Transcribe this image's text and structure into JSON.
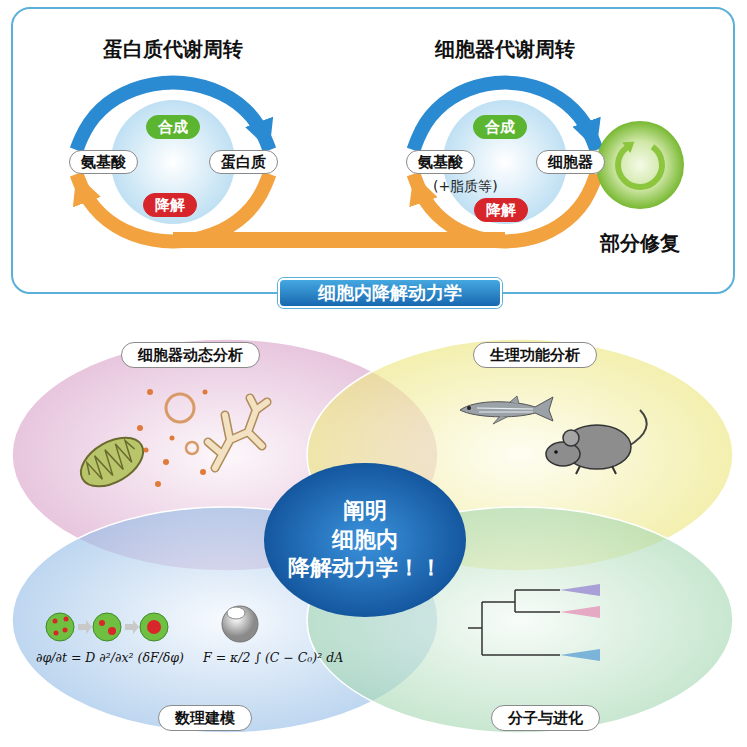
{
  "diagram": {
    "nodes": [
      {
        "text": [
          "蛋白质代谢周转"
        ]
      },
      {
        "text": [
          "合成"
        ],
        "in": 0
      },
      {
        "text": [
          "降解"
        ],
        "in": 0
      },
      {
        "text": [
          "氨基酸"
        ]
      },
      {
        "text": [
          "蛋白质"
        ]
      },
      {
        "text": [
          "细胞器代谢周转"
        ]
      },
      {
        "text": [
          "合成"
        ],
        "in": 5
      },
      {
        "text": [
          "降解"
        ],
        "in": 5
      },
      {
        "text": [
          "氨基酸",
          "(+脂质等)"
        ]
      },
      {
        "text": [
          "细胞器"
        ]
      },
      {
        "text": [
          "部分修复"
        ]
      },
      {
        "text": [
          "细胞内降解动力学"
        ]
      },
      {
        "text": [
          "细胞器动态分析"
        ]
      },
      {
        "text": [
          "生理功能分析"
        ]
      },
      {
        "text": [
          "数理建模"
        ]
      },
      {
        "text": [
          "分子与进化"
        ]
      },
      {
        "text": [
          "阐明 细胞内 降解动力学！！"
        ]
      }
    ],
    "edges": [
      {
        "from": 3,
        "to": 4,
        "arrow": "to"
      },
      {
        "from": 4,
        "to": 3,
        "arrow": "to"
      },
      {
        "from": 8,
        "to": 9,
        "arrow": "to"
      },
      {
        "from": 9,
        "to": 8,
        "arrow": "to"
      }
    ],
    "labels": [
      "∂φ/∂t = D ∂²/∂x² (δF/δφ)",
      "F = κ/2 ∫ (C − C₀)² dA"
    ]
  }
}
